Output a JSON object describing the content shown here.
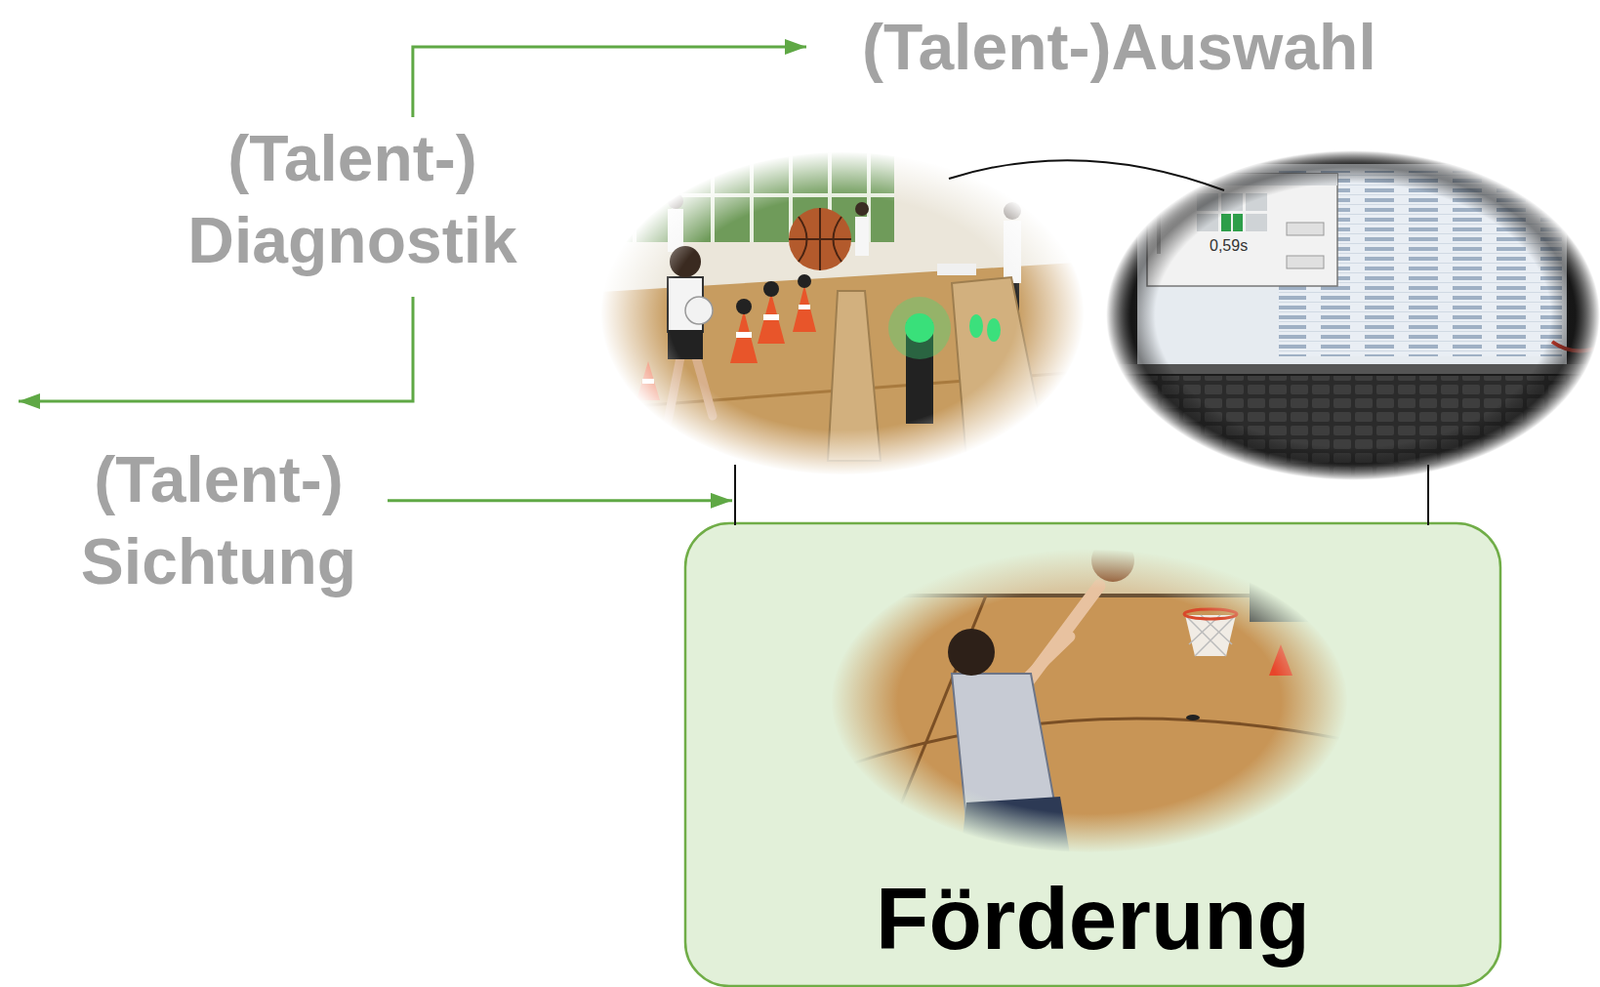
{
  "diagram": {
    "nodes": [
      {
        "text": [
          "(Talent-)Auswahl"
        ]
      },
      {
        "text": [
          "(Talent-) Diagnostik"
        ]
      },
      {
        "text": [
          "(Talent-) Sichtung"
        ]
      },
      {
        "text": [
          "Förderung"
        ]
      }
    ],
    "edges": [
      {
        "from": 1,
        "to": 0,
        "arrow": "to"
      },
      {
        "from": 2,
        "to": 3,
        "arrow": "to"
      }
    ],
    "labels": [
      "0,59s"
    ]
  }
}
